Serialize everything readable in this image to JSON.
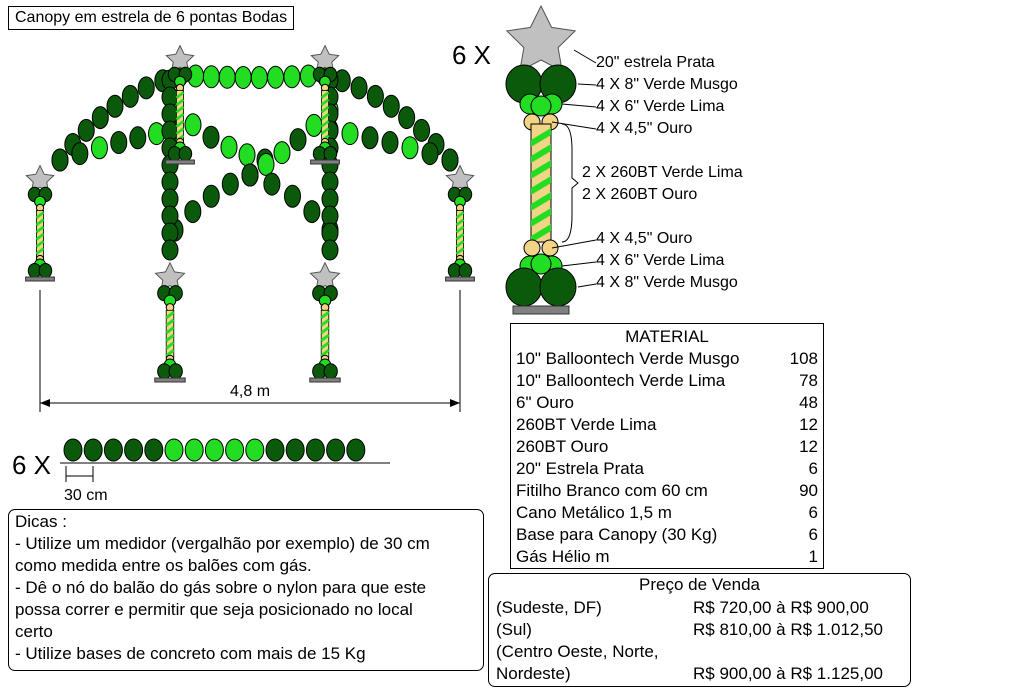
{
  "title": "Canopy em estrela de 6 pontas Bodas",
  "multiplier_column": "6 X",
  "multiplier_garland": "6 X",
  "dimension_width": "4,8 m",
  "dimension_spacing": "30 cm",
  "column_labels": [
    "20\" estrela Prata",
    "4 X 8\" Verde Musgo",
    "4 X 6\" Verde Lima",
    "4 X 4,5\" Ouro",
    "2 X 260BT Verde Lima",
    "2 X 260BT Ouro",
    "4 X 4,5\" Ouro",
    "4 X 6\" Verde Lima",
    "4 X 8\" Verde Musgo"
  ],
  "material": {
    "title": "MATERIAL",
    "items": [
      {
        "name": "10\" Balloontech Verde Musgo",
        "qty": "108"
      },
      {
        "name": "10\" Balloontech Verde Lima",
        "qty": "78"
      },
      {
        "name": "6\" Ouro",
        "qty": "48"
      },
      {
        "name": "260BT  Verde Lima",
        "qty": "12"
      },
      {
        "name": "260BT  Ouro",
        "qty": "12"
      },
      {
        "name": "20\" Estrela Prata",
        "qty": "6"
      },
      {
        "name": "Fitilho Branco com 60 cm",
        "qty": "90"
      },
      {
        "name": "Cano Metálico 1,5 m",
        "qty": "6"
      },
      {
        "name": "Base para Canopy (30 Kg)",
        "qty": "6"
      },
      {
        "name": "Gás Hélio m",
        "qty": "1"
      }
    ]
  },
  "price": {
    "title": "Preço de Venda",
    "rows": [
      {
        "region": "(Sudeste, DF)",
        "value": "R$ 720,00 à R$ 900,00"
      },
      {
        "region": "(Sul)",
        "value": "R$ 810,00 à R$ 1.012,50"
      },
      {
        "region": "(Centro Oeste, Norte,",
        "value": ""
      },
      {
        "region": "Nordeste)",
        "value": "R$ 900,00 à R$ 1.125,00"
      }
    ]
  },
  "tips": [
    "Dicas :",
    "- Utilize um medidor (vergalhão por exemplo) de 30 cm",
    "como medida entre os balões com gás.",
    "- Dê o nó do balão do gás sobre o nylon para que este",
    "possa correr e permitir que seja posicionado no local",
    "certo",
    "- Utilize bases de concreto com mais de 15 Kg"
  ],
  "colors": {
    "verde_musgo": "#0b5a0b",
    "verde_lima": "#22dd22",
    "ouro": "#f2d486",
    "prata": "#c0c0c0",
    "base": "#808080"
  }
}
